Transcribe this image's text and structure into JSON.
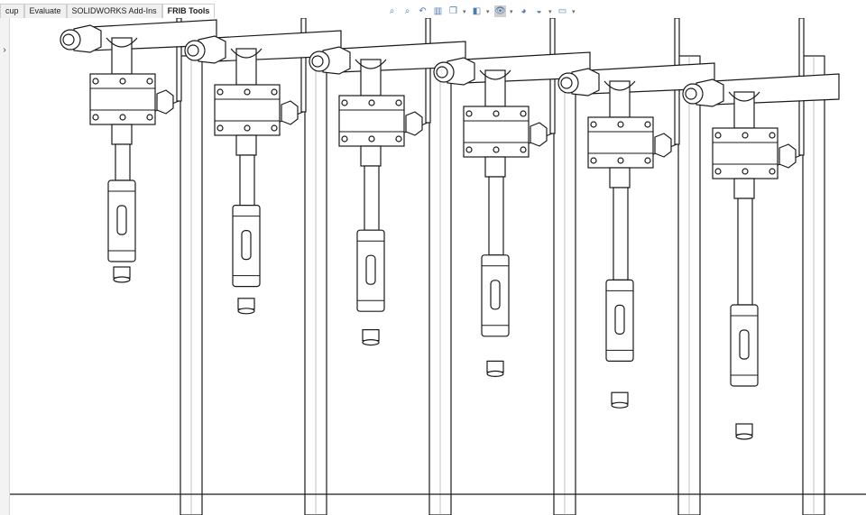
{
  "ribbon_tabs": [
    {
      "label": "cup"
    },
    {
      "label": "Evaluate"
    },
    {
      "label": "SOLIDWORKS Add-Ins"
    },
    {
      "label": "FRIB Tools",
      "active": true
    }
  ],
  "panel": {
    "expand_glyph": "›"
  },
  "heads_up_toolbar": [
    {
      "icon": "zoom-to-fit-icon",
      "glyph": "⌕"
    },
    {
      "icon": "zoom-to-area-icon",
      "glyph": "⌕"
    },
    {
      "icon": "previous-view-icon",
      "glyph": "↶"
    },
    {
      "icon": "section-view-icon",
      "glyph": "▥"
    },
    {
      "icon": "view-orientation-icon",
      "glyph": "❒",
      "dropdown": true
    },
    {
      "icon": "display-style-icon",
      "glyph": "◧",
      "dropdown": true
    },
    {
      "icon": "hide-show-items-icon",
      "glyph": "👁",
      "dropdown": true,
      "selected": true
    },
    {
      "icon": "edit-appearance-icon",
      "glyph": "◕"
    },
    {
      "icon": "apply-scene-icon",
      "glyph": "◒",
      "dropdown": true
    },
    {
      "icon": "view-settings-icon",
      "glyph": "▭",
      "dropdown": true
    }
  ],
  "colors": {
    "line": "#1a1a1a",
    "pipe_fill": "#ffffff",
    "background": "#ffffff"
  }
}
